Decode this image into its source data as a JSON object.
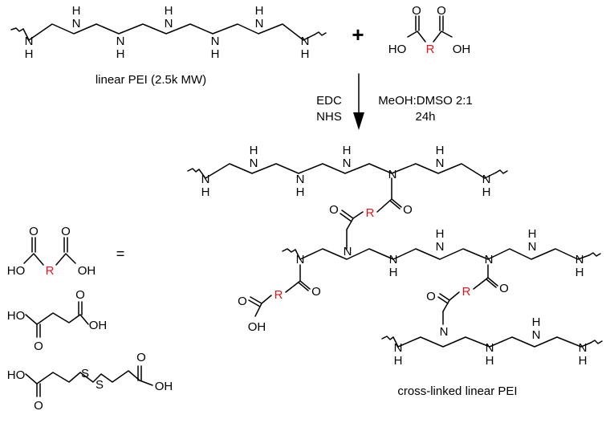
{
  "labels": {
    "reactant_caption": "linear PEI (2.5k MW)",
    "plus": "+",
    "reagent_1": "EDC",
    "reagent_2": "NHS",
    "condition_1": "MeOH:DMSO 2:1",
    "condition_2": "24h",
    "product_caption": "cross-linked linear PEI",
    "equals": "="
  },
  "atoms": {
    "n": "N",
    "h": "H",
    "o": "O",
    "oh": "OH",
    "ho": "HO",
    "r": "R",
    "s": "S"
  },
  "colors": {
    "r_group": "#e0161b",
    "bonds": "#000000"
  }
}
